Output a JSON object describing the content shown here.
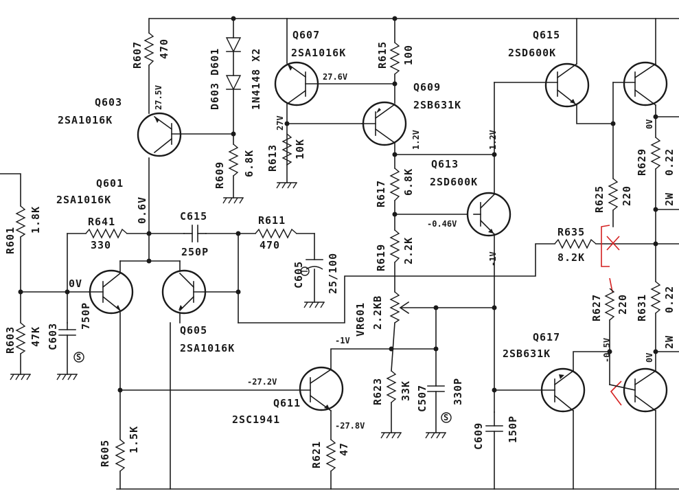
{
  "components": {
    "q601": {
      "ref": "Q601",
      "part": "2SA1016K"
    },
    "q603": {
      "ref": "Q603",
      "part": "2SA1016K"
    },
    "q605": {
      "ref": "Q605",
      "part": "2SA1016K"
    },
    "q607": {
      "ref": "Q607",
      "part": "2SA1016K"
    },
    "q609": {
      "ref": "Q609",
      "part": "2SB631K"
    },
    "q611": {
      "ref": "Q611",
      "part": "2SC1941"
    },
    "q613": {
      "ref": "Q613",
      "part": "2SD600K"
    },
    "q615": {
      "ref": "Q615",
      "part": "2SD600K"
    },
    "q617": {
      "ref": "Q617",
      "part": "2SB631K"
    },
    "r601": {
      "ref": "R601",
      "value": "1.8K"
    },
    "r603": {
      "ref": "R603",
      "value": "47K"
    },
    "r605": {
      "ref": "R605",
      "value": "1.5K"
    },
    "r607": {
      "ref": "R607",
      "value": "470"
    },
    "r609": {
      "ref": "R609",
      "value": "6.8K"
    },
    "r611": {
      "ref": "R611",
      "value": "470"
    },
    "r613": {
      "ref": "R613",
      "value": "10K"
    },
    "r615": {
      "ref": "R615",
      "value": "100"
    },
    "r617": {
      "ref": "R617",
      "value": "6.8K"
    },
    "r619": {
      "ref": "R619",
      "value": "2.2K"
    },
    "r621": {
      "ref": "R621",
      "value": "47"
    },
    "r623": {
      "ref": "R623",
      "value": "33K"
    },
    "r625": {
      "ref": "R625",
      "value": "220"
    },
    "r627": {
      "ref": "R627",
      "value": "220"
    },
    "r629": {
      "ref": "R629",
      "value": "0.22",
      "rating": "2W"
    },
    "r631": {
      "ref": "R631",
      "value": "0.22",
      "rating": "2W"
    },
    "r635": {
      "ref": "R635",
      "value": "8.2K"
    },
    "r641": {
      "ref": "R641",
      "value": "330"
    },
    "c603": {
      "ref": "C603",
      "value": "750P"
    },
    "c605": {
      "ref": "C605",
      "value": "25/100"
    },
    "c507": {
      "ref": "C507",
      "value": "330P"
    },
    "c609": {
      "ref": "C609",
      "value": "150P"
    },
    "c615": {
      "ref": "C615",
      "value": "250P"
    },
    "vr601": {
      "ref": "VR601",
      "value": "2.2KB"
    },
    "diodes": {
      "ref": "D603 D601",
      "part": "1N4148 X2"
    }
  },
  "voltages": {
    "v_q601_base": "0V",
    "v_q601_col": "0.6V",
    "v_q603": "27.5V",
    "v_q607": "27.6V",
    "v_r613": "27V",
    "v_q609_col": "1.2V",
    "v_q613_col": "1.2V",
    "v_q613_base": "-0.46V",
    "v_q613_emit": "-1V",
    "v_vr601": "-1V",
    "v_q611_base": "-27.2V",
    "v_q611_emit": "-27.8V",
    "v_q617": "-0.5V",
    "v_right_top": "0V",
    "v_right_bottom": "0V"
  }
}
